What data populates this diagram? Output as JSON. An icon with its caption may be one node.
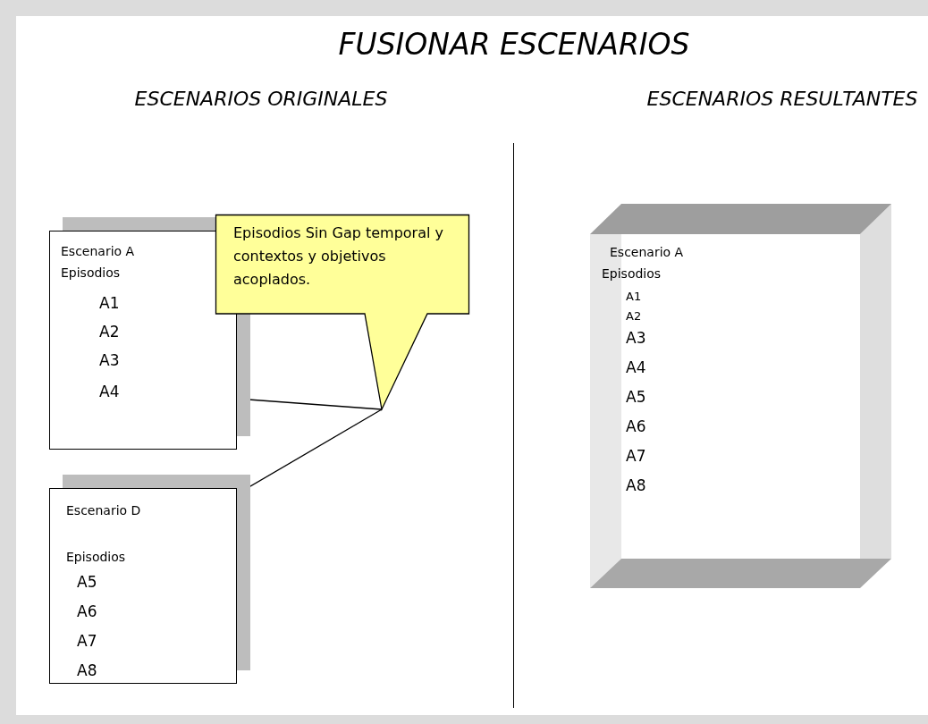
{
  "diagram": {
    "title": "FUSIONAR ESCENARIOS",
    "nodes": [
      {
        "text": [
          "Escenario A",
          "Episodios",
          "A1",
          "A2",
          "A3"
        ]
      },
      {
        "text": [
          "A4"
        ],
        "in": 0
      },
      {
        "text": [
          "Escenario D",
          "A5",
          "A6",
          "A7",
          "A8"
        ]
      },
      {
        "text": [
          "Episodios"
        ],
        "in": 2
      },
      {
        "text": [
          "Episodios Sin Gap temporal y contextos y objetivos acoplados."
        ]
      },
      {
        "text": [
          "Escenario A",
          "Episodios",
          "A1",
          "A2",
          "A3",
          "A4",
          "A5",
          "A6",
          "A7",
          "A8"
        ]
      }
    ],
    "edges": [
      {
        "from": 4,
        "to": 1,
        "arrow": "none"
      },
      {
        "from": 4,
        "to": 3,
        "arrow": "none"
      }
    ],
    "labels": [
      "ESCENARIOS ORIGINALES",
      "ESCENARIOS RESULTANTES"
    ]
  }
}
